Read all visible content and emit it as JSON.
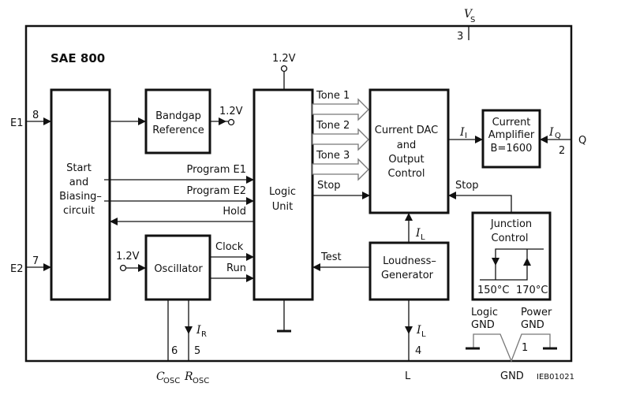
{
  "diagram": {
    "chip_name": "SAE 800",
    "figure_id": "IEB01021",
    "supply": {
      "label": "V",
      "sub": "S",
      "pin": "3"
    },
    "blocks": {
      "start_biasing": [
        "Start",
        "and",
        "Biasing–",
        "circuit"
      ],
      "bandgap": [
        "Bandgap",
        "Reference"
      ],
      "logic_unit": [
        "Logic",
        "Unit"
      ],
      "oscillator": [
        "Oscillator"
      ],
      "current_dac": [
        "Current DAC",
        "and",
        "Output",
        "Control"
      ],
      "current_amplifier": [
        "Current",
        "Amplifier",
        "B=1600"
      ],
      "junction_control": [
        "Junction",
        "Control"
      ],
      "loudness_generator": [
        "Loudness–",
        "Generator"
      ]
    },
    "junction_temps": [
      "150°C",
      "170°C"
    ],
    "voltage_labels": {
      "bandgap_out": "1.2V",
      "logic_in": "1.2V",
      "osc_in": "1.2V"
    },
    "signals": {
      "program_e1": "Program  E1",
      "program_e2": "Program  E2",
      "hold": "Hold",
      "clock": "Clock",
      "run": "Run",
      "tone1": "Tone  1",
      "tone2": "Tone  2",
      "tone3": "Tone  3",
      "stop_logic": "Stop",
      "stop_junction": "Stop",
      "test": "Test",
      "i_i": {
        "main": "I",
        "sub": "I"
      },
      "i_q": {
        "main": "I",
        "sub": "Q"
      },
      "i_l_up": {
        "main": "I",
        "sub": "L"
      },
      "i_l_down": {
        "main": "I",
        "sub": "L"
      },
      "i_r": {
        "main": "I",
        "sub": "R"
      }
    },
    "pins": {
      "e1": {
        "name": "E1",
        "num": "8"
      },
      "e2": {
        "name": "E2",
        "num": "7"
      },
      "q": {
        "name": "Q",
        "num": "2"
      },
      "l": {
        "name": "L",
        "num": "4"
      },
      "cosc": {
        "name": "C",
        "sub": "OSC",
        "num": "6"
      },
      "rosc": {
        "name": "R",
        "sub": "OSC",
        "num": "5"
      },
      "gnd": {
        "name": "GND",
        "num": "1"
      }
    },
    "ground_labels": {
      "logic": [
        "Logic",
        "GND"
      ],
      "power": [
        "Power",
        "GND"
      ]
    }
  }
}
